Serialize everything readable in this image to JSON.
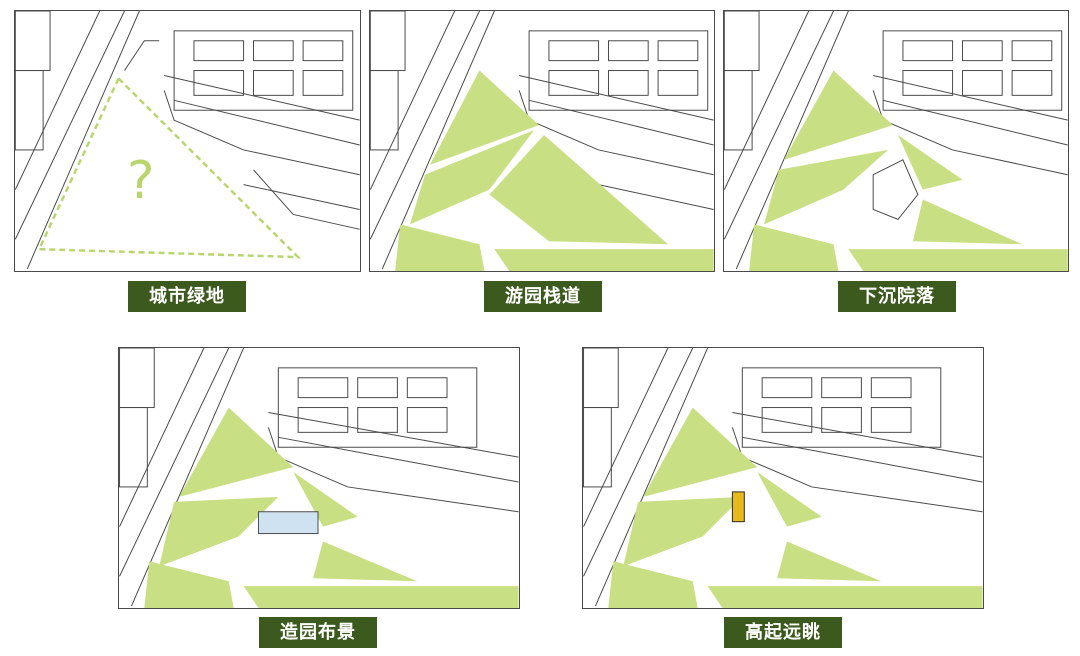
{
  "panels": [
    {
      "label": "城市绿地",
      "mark": "?"
    },
    {
      "label": "游园栈道"
    },
    {
      "label": "下沉院落"
    },
    {
      "label": "造园布景"
    },
    {
      "label": "高起远眺"
    }
  ],
  "colors": {
    "label_bg": "#3d5a1e",
    "label_text": "#ffffff",
    "green_fill": "#c9df84",
    "dashed_outline": "#b8d66d",
    "line_work": "#4a4a4a",
    "tower_accent": "#e8b91c"
  }
}
